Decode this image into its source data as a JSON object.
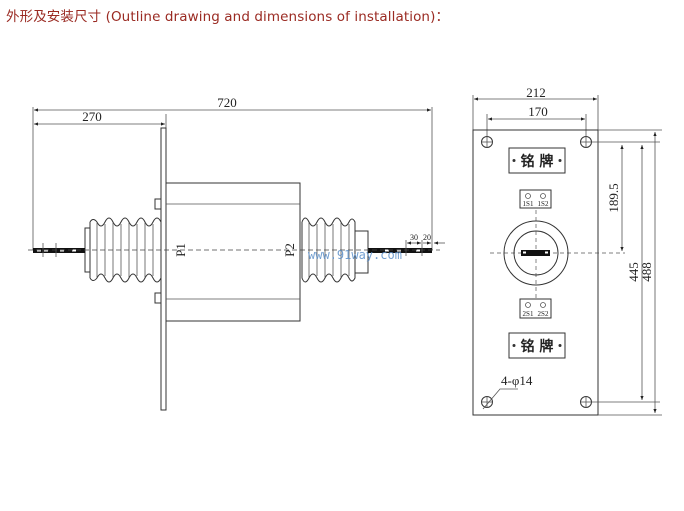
{
  "title": "外形及安装尺寸 (Outline drawing and dimensions of installation)：",
  "side_view": {
    "dim_total": "720",
    "dim_flange": "270",
    "dim_terminal_a": "30",
    "dim_terminal_b": "20",
    "label_p1": "P1",
    "label_p2": "P2",
    "watermark": "www.91way.com"
  },
  "front_view": {
    "dim_width_outer": "212",
    "dim_width_holes": "170",
    "dim_center": "189.5",
    "dim_height_holes": "445",
    "dim_height_outer": "488",
    "nameplate_top": "铭 牌",
    "nameplate_bottom": "铭 牌",
    "terminal_1s1": "1S1",
    "terminal_1s2": "1S2",
    "terminal_2s1": "2S1",
    "terminal_2s2": "2S2",
    "hole_spec": "4-φ14"
  }
}
